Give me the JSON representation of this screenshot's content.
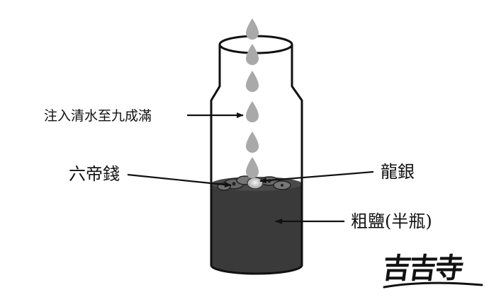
{
  "labels": {
    "water": "注入清水至九成滿",
    "coins": "六帝錢",
    "silver": "龍銀",
    "salt": "粗鹽(半瓶)"
  },
  "logo": {
    "text": "吉吉寺"
  },
  "icons": {
    "droplet": "water-drop-icon"
  },
  "colors": {
    "outline": "#111111",
    "salt": "#3a3a3a",
    "droplet": "#a9a9a9",
    "coins": "#555555"
  }
}
